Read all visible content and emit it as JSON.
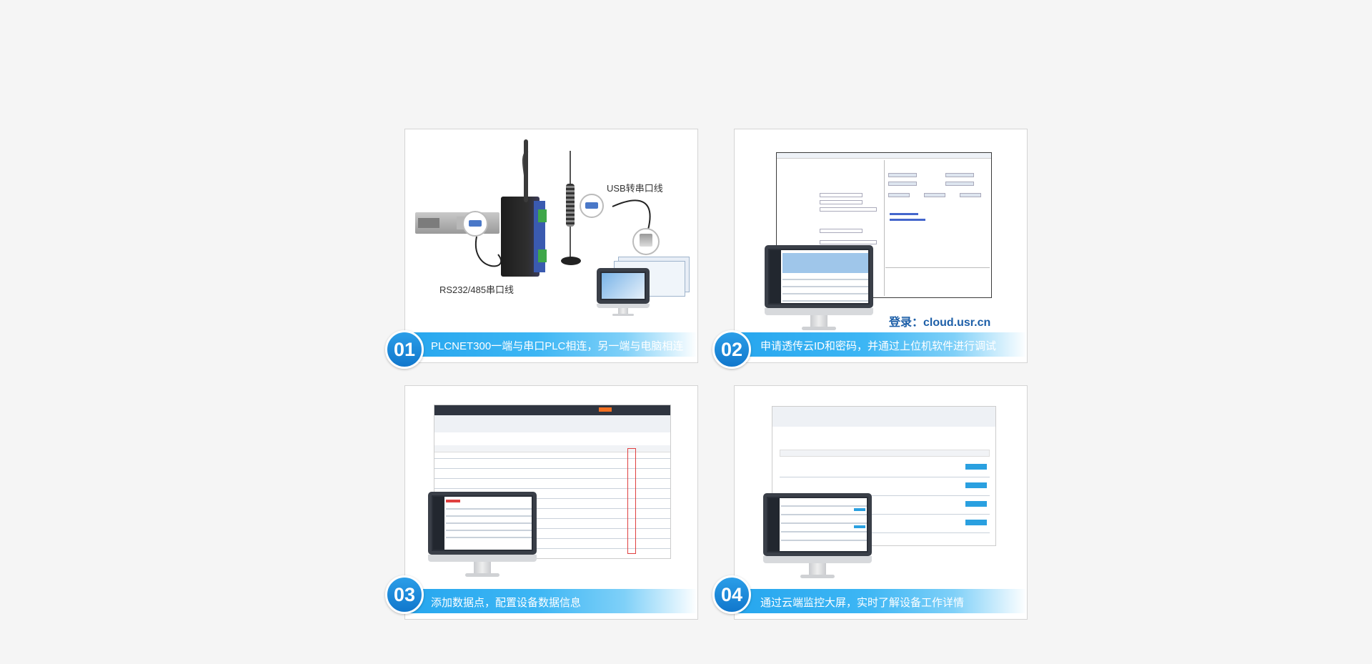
{
  "steps": [
    {
      "number": "01",
      "caption": "PLCNET300一端与串口PLC相连，另一端与电脑相连"
    },
    {
      "number": "02",
      "caption": "申请透传云ID和密码，并通过上位机软件进行调试"
    },
    {
      "number": "03",
      "caption": "添加数据点，配置设备数据信息"
    },
    {
      "number": "04",
      "caption": "通过云端监控大屏，实时了解设备工作详情"
    }
  ],
  "step1": {
    "usb_label": "USB转串口线",
    "rs_label": "RS232/485串口线"
  },
  "step2": {
    "login_label": "登录：cloud.usr.cn"
  },
  "colors": {
    "accent": "#1e88d8",
    "bar_start": "#26a6ee",
    "brand_orange": "#f37021"
  }
}
